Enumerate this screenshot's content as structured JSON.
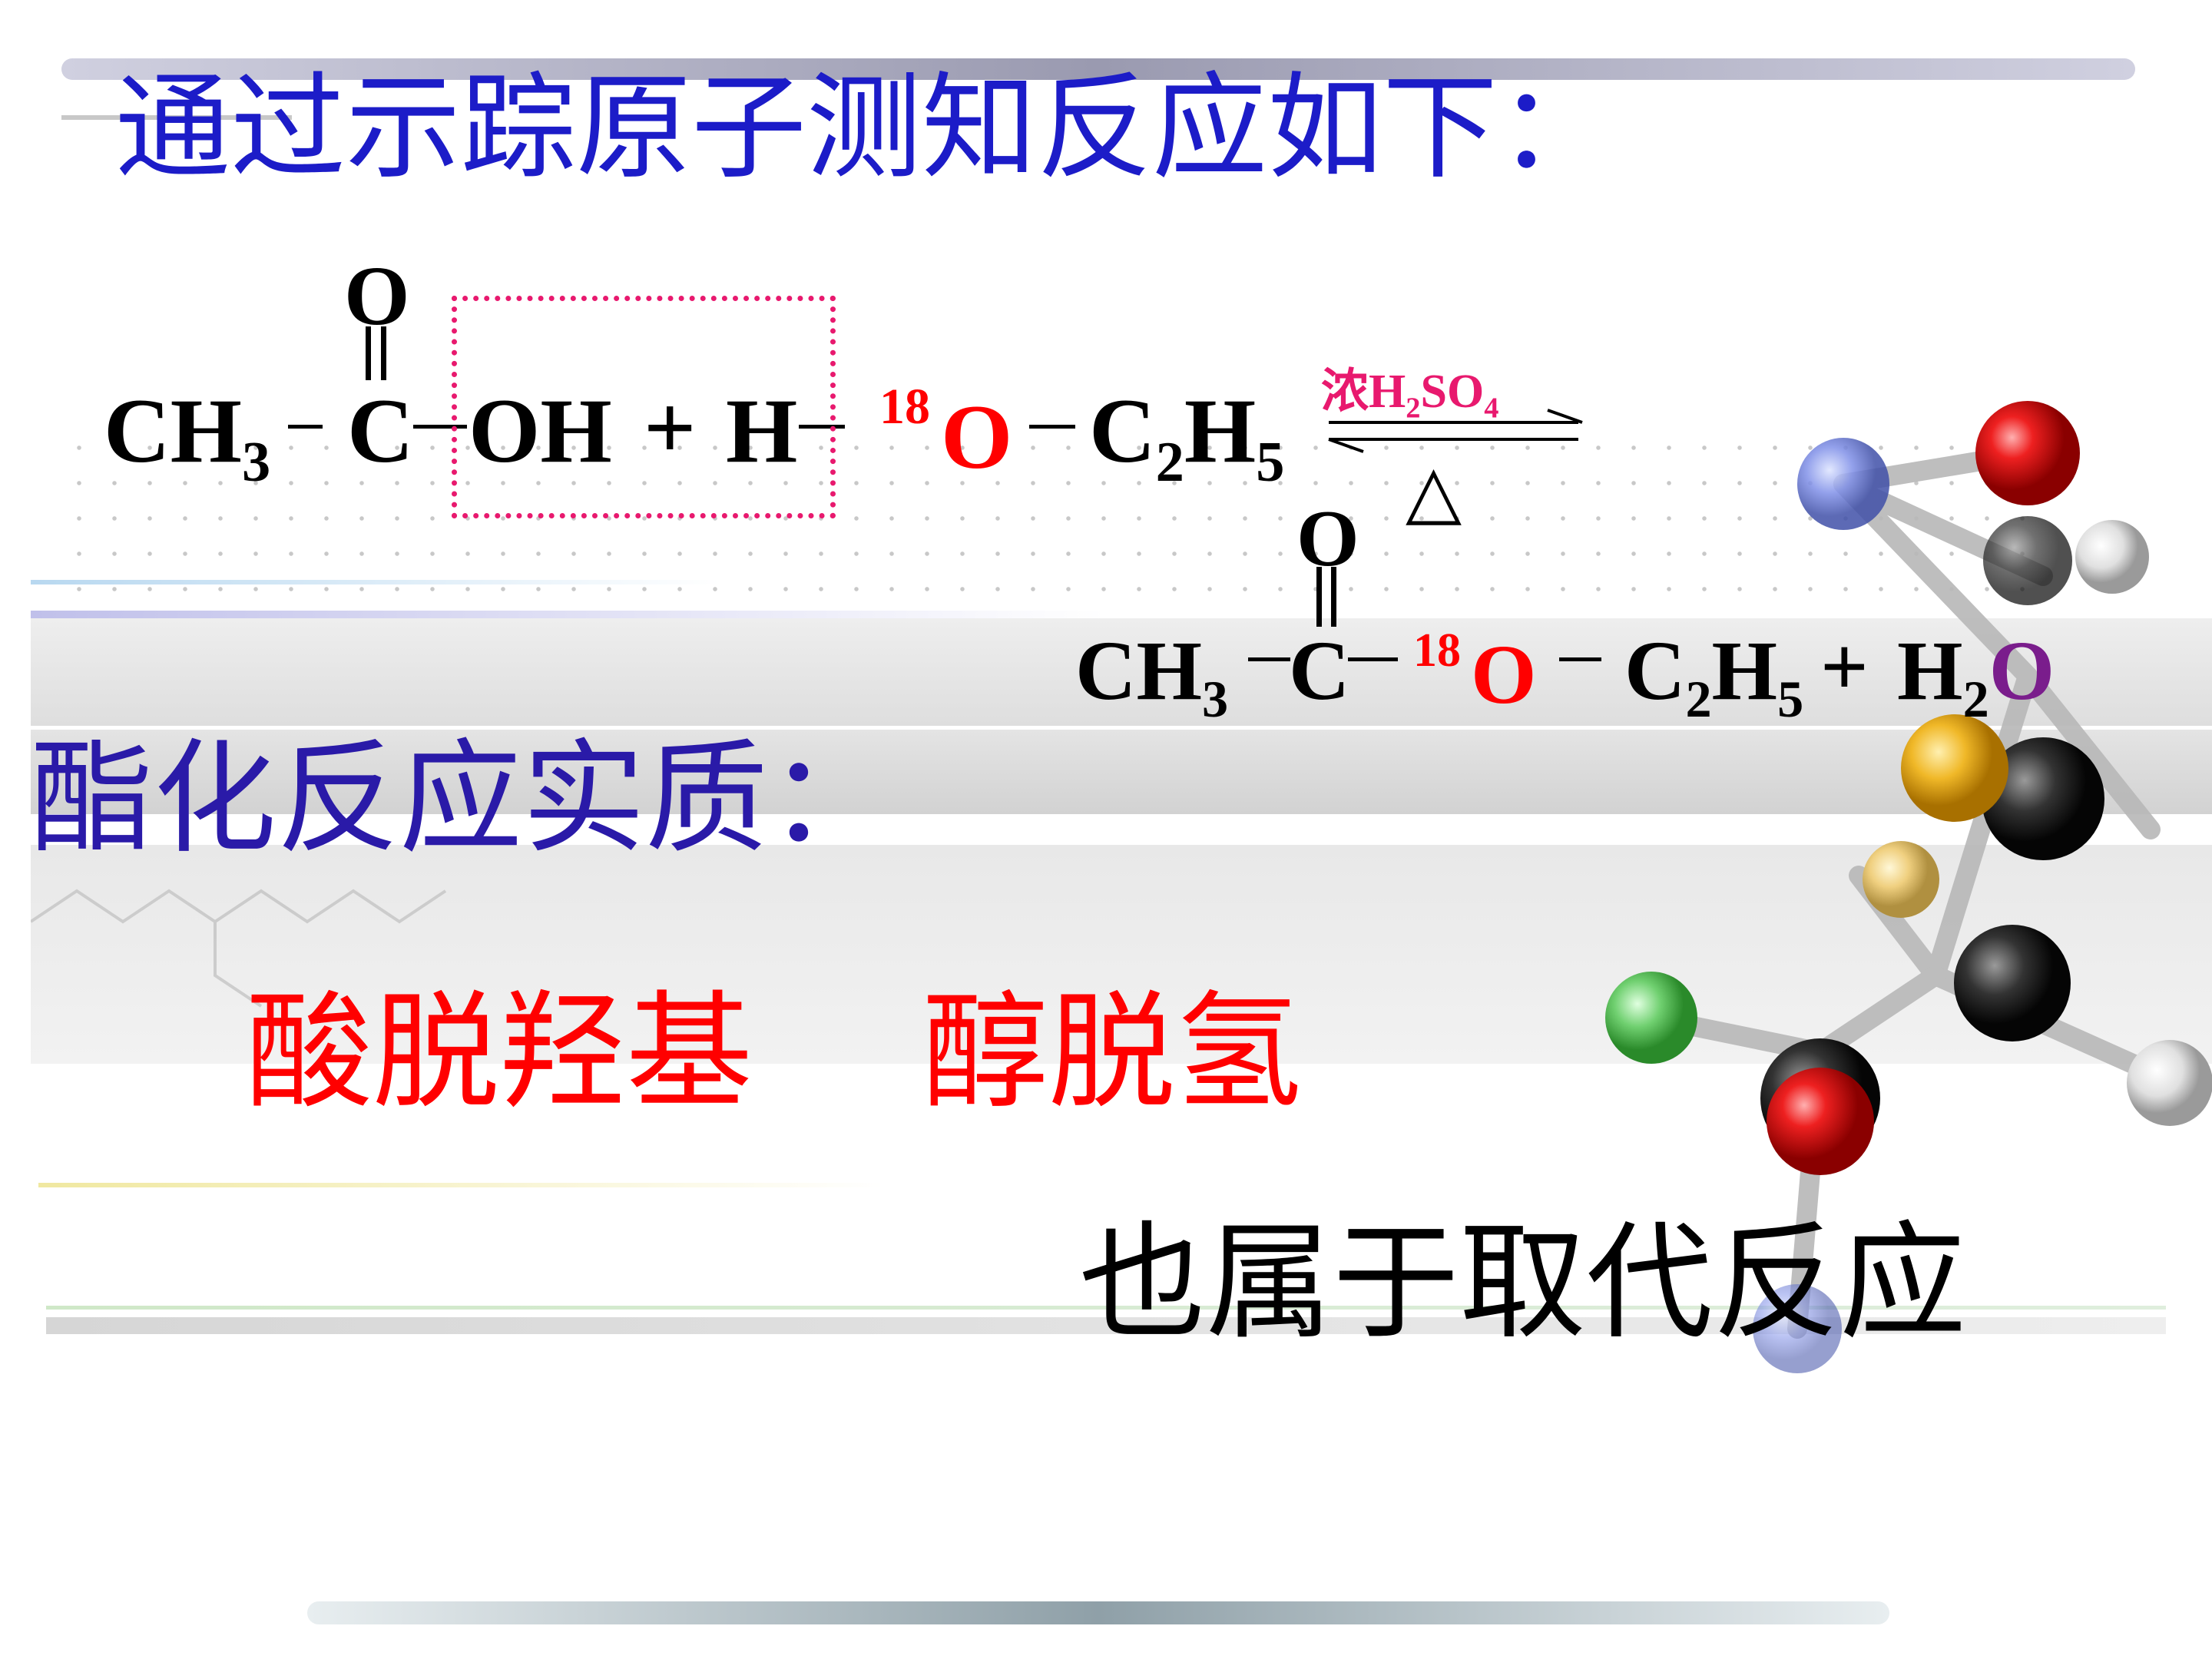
{
  "title": "通过示踪原子测知反应如下：",
  "reaction": {
    "reactant_ch3": "CH",
    "reactant_ch3_sub": "3",
    "carbonyl_o": "O",
    "carbonyl_c": "C",
    "oh": "OH",
    "plus": "+",
    "h": "H",
    "isotope": "18",
    "o18": "O",
    "c2h5_c": "C",
    "c2h5_sub2": "2",
    "c2h5_h": "H",
    "c2h5_sub5": "5",
    "catalyst_nong": "浓",
    "catalyst_h": "H",
    "catalyst_sub2": "2",
    "catalyst_so": "SO",
    "catalyst_sub4": "4",
    "heat_symbol": "△",
    "product_o": "O",
    "product_ch3": "CH",
    "product_ch3_sub": "3",
    "product_c": "C",
    "product_isotope": "18",
    "product_o18": "O",
    "product_c2h5_c": "C",
    "product_c2h5_sub2": "2",
    "product_c2h5_h": "H",
    "product_c2h5_sub5": "5",
    "product_plus": "+",
    "water_h": "H",
    "water_sub2": "2",
    "water_o": "O"
  },
  "essence_title": "酯化反应实质：",
  "acid_part": "酸脱羟基",
  "alcohol_part": "醇脱氢",
  "conclusion": "也属于取代反应",
  "colors": {
    "title_blue": "#1c1cc8",
    "essence_purple": "#2a1aa8",
    "highlight_red": "#ff0000",
    "box_pink": "#e8196e",
    "water_o_purple": "#7a1d8c"
  }
}
